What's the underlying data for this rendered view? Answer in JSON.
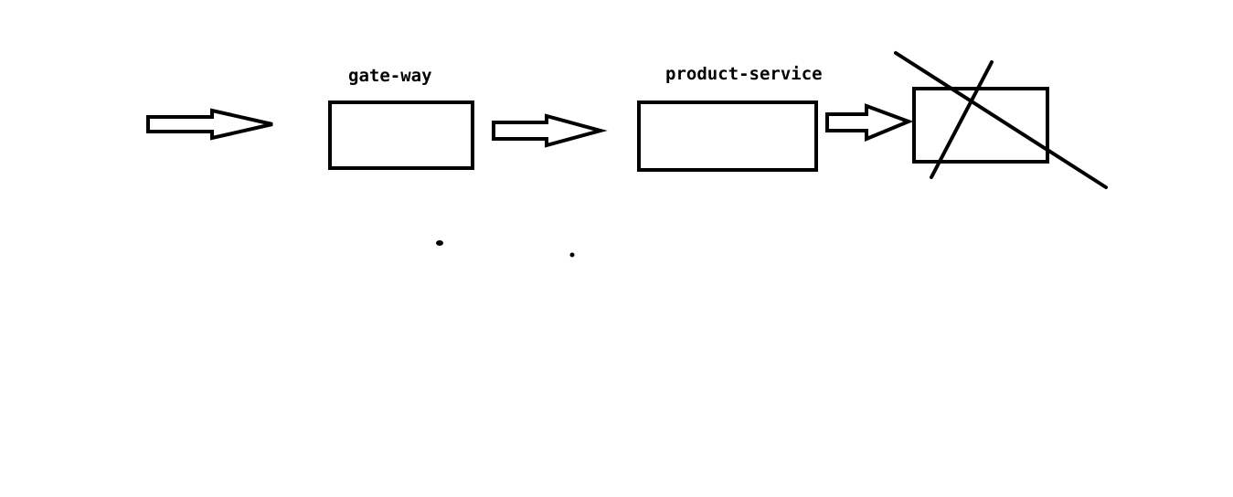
{
  "diagram": {
    "nodes": [
      {
        "id": "gateway",
        "label": "gate-way"
      },
      {
        "id": "product",
        "label": "product-service"
      },
      {
        "id": "downstream",
        "label": "",
        "status": "crossed-out"
      }
    ],
    "edges": [
      {
        "from": "client",
        "to": "gateway"
      },
      {
        "from": "gateway",
        "to": "product"
      },
      {
        "from": "product",
        "to": "downstream"
      }
    ],
    "colors": {
      "stroke": "#000000",
      "background": "#ffffff"
    }
  }
}
